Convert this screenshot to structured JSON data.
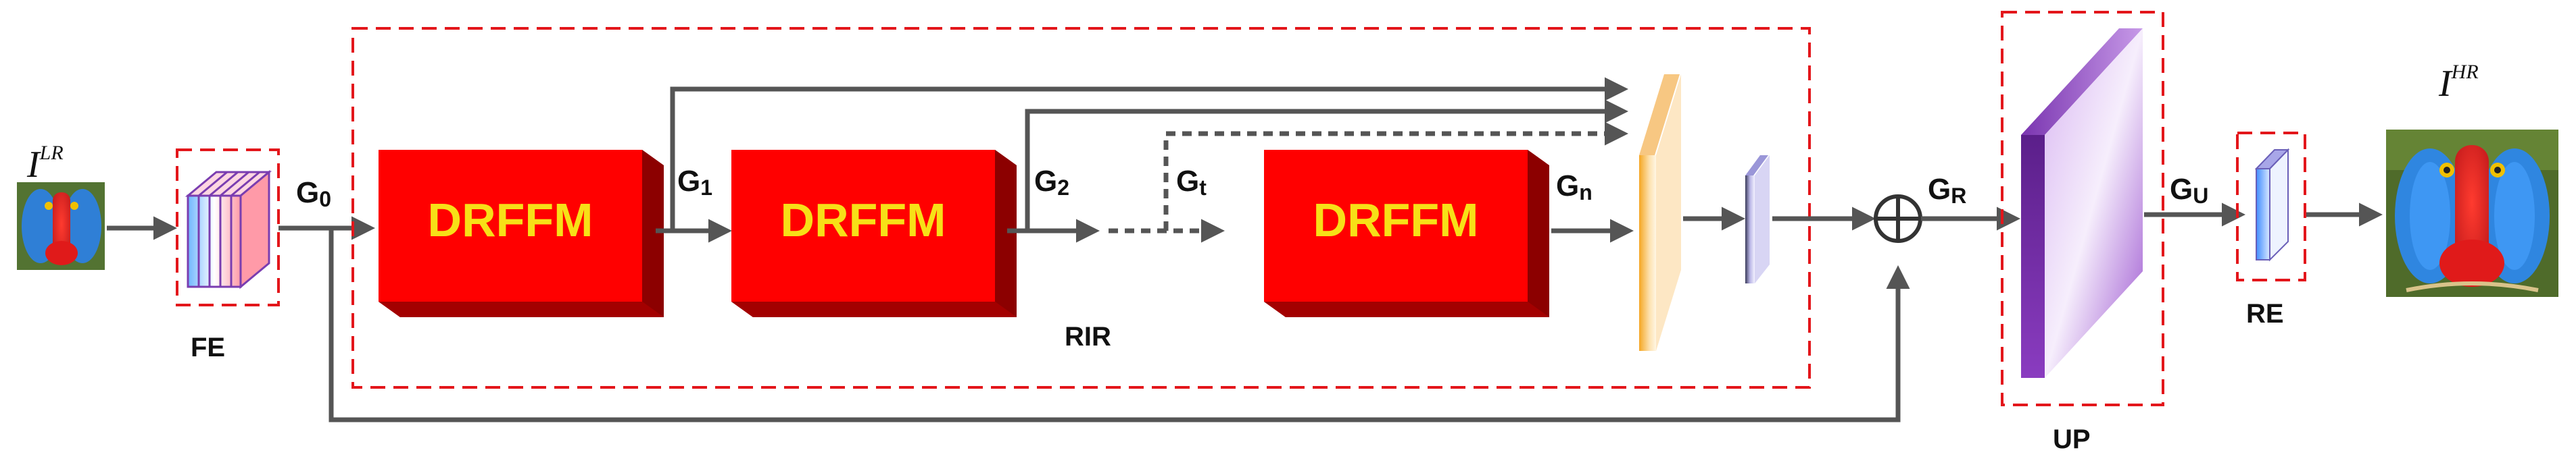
{
  "input_label": {
    "base": "I",
    "sup": "LR"
  },
  "output_label": {
    "base": "I",
    "sup": "HR"
  },
  "modules": {
    "fe": "FE",
    "rir": "RIR",
    "up": "UP",
    "re": "RE"
  },
  "blocks": [
    "DRFFM",
    "DRFFM",
    "DRFFM"
  ],
  "signals": {
    "g0": {
      "base": "G",
      "sub": "0"
    },
    "g1": {
      "base": "G",
      "sub": "1"
    },
    "g2": {
      "base": "G",
      "sub": "2"
    },
    "gt": {
      "base": "G",
      "sub": "t"
    },
    "gn": {
      "base": "G",
      "sub": "n"
    },
    "gr": {
      "base": "G",
      "sub": "R"
    },
    "gu": {
      "base": "G",
      "sub": "U"
    }
  },
  "colors": {
    "block_front": "#ff0000",
    "block_side": "#b00000",
    "block_text": "#f7e017",
    "dashed_border": "#e3161b",
    "arrow": "#555555",
    "up_purple": "#8a3cc0",
    "fusion_orange": "#f5a623"
  },
  "icons": {
    "input_image": "mandrill-lr-thumbnail",
    "output_image": "mandrill-hr-thumbnail",
    "sum_node": "circled-plus"
  }
}
